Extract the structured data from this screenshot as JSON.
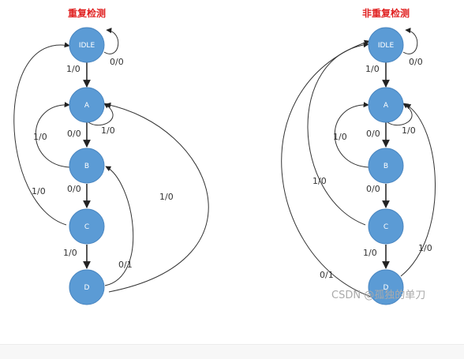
{
  "colors": {
    "title": "#e02020",
    "node_fill": "#5b9bd5",
    "node_stroke": "#4a86c0",
    "edge": "#333333",
    "watermark": "#aaaaaa"
  },
  "left": {
    "title": "重复检测",
    "states": {
      "idle": "IDLE",
      "a": "A",
      "b": "B",
      "c": "C",
      "d": "D"
    },
    "edges": {
      "idle_self": "0/0",
      "idle_a": "1/0",
      "a_self": "1/0",
      "a_b": "0/0",
      "b_a": "1/0",
      "b_c": "0/0",
      "c_idle": "1/0",
      "c_d": "1/0",
      "d_b": "0/1",
      "d_a": "1/0"
    }
  },
  "right": {
    "title": "非重复检测",
    "states": {
      "idle": "IDLE",
      "a": "A",
      "b": "B",
      "c": "C",
      "d": "D"
    },
    "edges": {
      "idle_self": "0/0",
      "idle_a": "1/0",
      "a_self": "1/0",
      "a_b": "0/0",
      "b_a": "1/0",
      "b_c": "0/0",
      "c_idle": "1/0",
      "c_d": "1/0",
      "d_idle": "0/1",
      "d_a": "1/0"
    }
  },
  "watermark": "CSDN @孤独的单刀"
}
